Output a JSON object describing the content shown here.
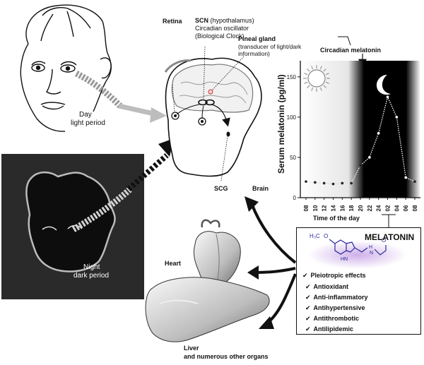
{
  "labels": {
    "day": "Day",
    "day_sub": "light period",
    "night": "Night",
    "night_sub": "dark period",
    "retina": "Retina",
    "scn_title": "SCN",
    "scn_sub1": "(hypothalamus)",
    "scn_sub2": "Circadian oscillator",
    "scn_sub3": "(Biological Clock)",
    "pineal_title": "Pineal gland",
    "pineal_sub1": "(transducer of light/dark",
    "pineal_sub2": "information)",
    "circadian": "Circadian melatonin",
    "scg": "SCG",
    "brain": "Brain",
    "heart": "Heart",
    "liver": "Liver",
    "liver_sub": "and numerous other organs"
  },
  "molecule": {
    "name": "MELATONIN",
    "group_methoxy": "H₃C",
    "atom_o": "O",
    "group_nh": "HN",
    "group_h": "H",
    "atom_n": "N"
  },
  "effects": {
    "title": "Pleiotropic effects",
    "items": [
      "Antioxidant",
      "Anti-inflammatory",
      "Antihypertensive",
      "Antithrombotic",
      "Antilipidemic"
    ]
  },
  "chart_data": {
    "type": "line",
    "ylabel": "Serum melatonin (pg/ml)",
    "xlabel": "Time of the day",
    "ylim": [
      0,
      170
    ],
    "yticks": [
      0,
      50,
      100,
      150
    ],
    "x": [
      "08",
      "10",
      "12",
      "14",
      "16",
      "18",
      "20",
      "22",
      "24",
      "02",
      "04",
      "06",
      "08"
    ],
    "series": [
      {
        "values": [
          20,
          19,
          18,
          17,
          18,
          18,
          40,
          50,
          80,
          125,
          100,
          25,
          20
        ]
      }
    ]
  },
  "colors": {
    "night_panel": "#2a2a2a",
    "molecule": "#2a2a9a",
    "arrow": "#111111"
  }
}
